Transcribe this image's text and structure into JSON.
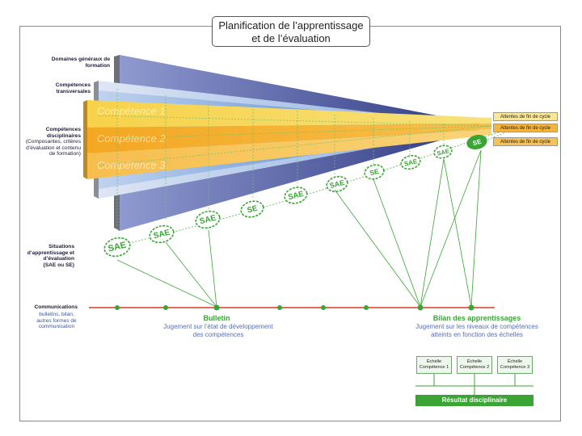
{
  "title": {
    "line1": "Planification de l’apprentissage",
    "line2": "et de l’évaluation"
  },
  "labels": {
    "domaines": "Domaines généraux de formation",
    "transversales": "Compétences transversales",
    "disciplinaires": "Compétences disciplinaires",
    "disciplinaires_sub": "(Composantes, critères d’évaluation et contenu de formation)",
    "situations": "Situations d’apprentissage et d’évaluation",
    "situations_sub": "(SAE ou SE)",
    "communications": "Communications",
    "communications_sub": "bulletins, bilan, autres formes de communication"
  },
  "competences": [
    "Compétence 1",
    "Compétence 2",
    "Compétence 3"
  ],
  "attentes": [
    "Attentes de fin de cycle",
    "Attentes de fin de cycle",
    "Attentes de fin de cycle"
  ],
  "situations": [
    "SAE",
    "SAE",
    "SAE",
    "SE",
    "SAE",
    "SAE",
    "SE",
    "SAE",
    "SAE",
    "SE"
  ],
  "bulletin": {
    "title": "Bulletin",
    "sub": "Jugement sur l’état de développement des compétences"
  },
  "bilan": {
    "title": "Bilan des apprentissages",
    "sub": "Jugement sur les niveaux de compétences atteints en fonction des échelles"
  },
  "echelles": [
    {
      "title": "Échelle",
      "sub": "Compétence 1"
    },
    {
      "title": "Échelle",
      "sub": "Compétence 2"
    },
    {
      "title": "Échelle",
      "sub": "Compétence 3"
    }
  ],
  "resultat": "Résultat disciplinaire",
  "colors": {
    "green": "#3aa535",
    "red": "#d9392b",
    "navy": "#3b4a9a",
    "blue": "#3d79c8",
    "yellow": "#f2c631",
    "orange": "#f0a12a",
    "amber": "#f6b53a"
  }
}
